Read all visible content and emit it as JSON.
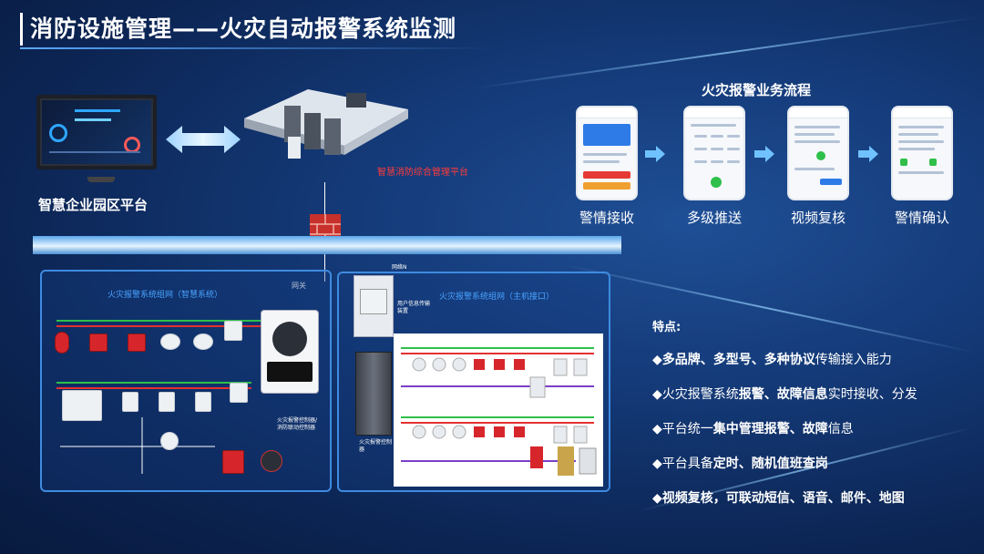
{
  "title": "消防设施管理——火灾自动报警系统监测",
  "park_platform_label": "智慧企业园区平台",
  "server_label": "智慧消防综合管理平台",
  "gateway_label": "网关",
  "panel_a_title": "火灾报警系统组网（智慧系统）",
  "panel_b_title": "火灾报警系统组网（主机接口）",
  "panel_b_labels": {
    "user_device": "用户信息传输装置",
    "cabinet": "火灾报警控制器",
    "network": "网络N"
  },
  "controller_label": "火灾报警控制器/消防联动控制器",
  "flow": {
    "title": "火灾报警业务流程",
    "steps": [
      "警情接收",
      "多级推送",
      "视频复核",
      "警情确认"
    ]
  },
  "features": {
    "title": "特点:",
    "items": [
      {
        "pre": "◆",
        "bold": "多品牌、多型号、多种协议",
        "rest": "传输接入能力"
      },
      {
        "pre": "◆火灾报警系统",
        "bold": "报警、故障信息",
        "rest": "实时接收、分发"
      },
      {
        "pre": "◆平台统一",
        "bold": "集中管理报警、故障",
        "rest": "信息"
      },
      {
        "pre": "◆平台具备",
        "bold": "定时、随机值班查岗",
        "rest": ""
      },
      {
        "pre": "◆",
        "bold": "视频复核，可联动短信、语音、邮件、地图",
        "rest": ""
      }
    ]
  },
  "colors": {
    "accent": "#3e8be0",
    "alert": "#d7262b",
    "bg": "#143a78"
  }
}
